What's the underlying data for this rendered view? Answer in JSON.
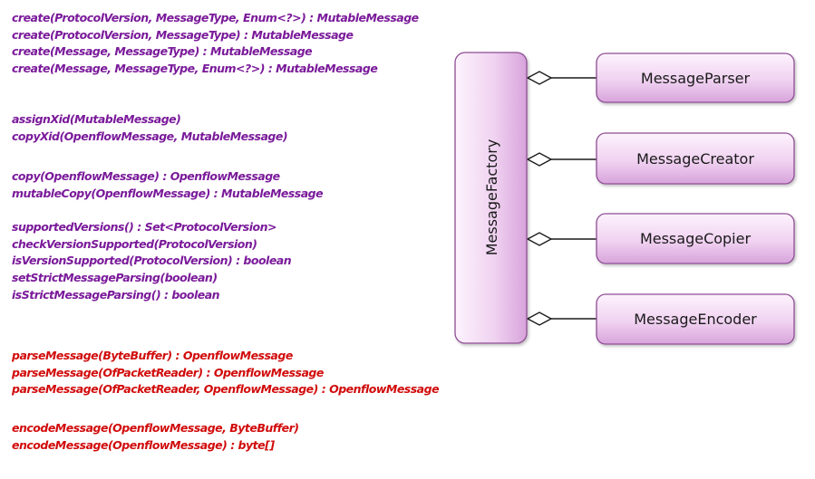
{
  "methods": {
    "groups": [
      {
        "color": "purple",
        "lines": [
          "create(ProtocolVersion, MessageType, Enum<?>) : MutableMessage",
          "create(ProtocolVersion, MessageType) : MutableMessage",
          "create(Message, MessageType) : MutableMessage",
          "create(Message, MessageType, Enum<?>) : MutableMessage"
        ]
      },
      {
        "color": "purple",
        "lines": [
          "assignXid(MutableMessage)",
          "copyXid(OpenflowMessage, MutableMessage)"
        ]
      },
      {
        "color": "purple",
        "lines": [
          "copy(OpenflowMessage) : OpenflowMessage",
          "mutableCopy(OpenflowMessage) : MutableMessage"
        ]
      },
      {
        "color": "purple",
        "lines": [
          "supportedVersions() : Set<ProtocolVersion>",
          "checkVersionSupported(ProtocolVersion)",
          "isVersionSupported(ProtocolVersion) : boolean",
          "setStrictMessageParsing(boolean)",
          "isStrictMessageParsing() : boolean"
        ]
      },
      {
        "color": "red",
        "lines": [
          "parseMessage(ByteBuffer) : OpenflowMessage",
          "parseMessage(OfPacketReader) : OpenflowMessage",
          "parseMessage(OfPacketReader, OpenflowMessage) : OpenflowMessage"
        ]
      },
      {
        "color": "red",
        "lines": [
          "encodeMessage(OpenflowMessage, ByteBuffer)",
          "encodeMessage(OpenflowMessage) : byte[]"
        ]
      }
    ]
  },
  "diagram": {
    "factory": "MessageFactory",
    "components": [
      "MessageParser",
      "MessageCreator",
      "MessageCopier",
      "MessageEncoder"
    ]
  },
  "colors": {
    "purple_text": "#7a1a9a",
    "red_text": "#d10b0b",
    "box_fill_light": "#fbf0fb",
    "box_fill_dark": "#d9a6dd",
    "box_border": "#8e4d94"
  }
}
